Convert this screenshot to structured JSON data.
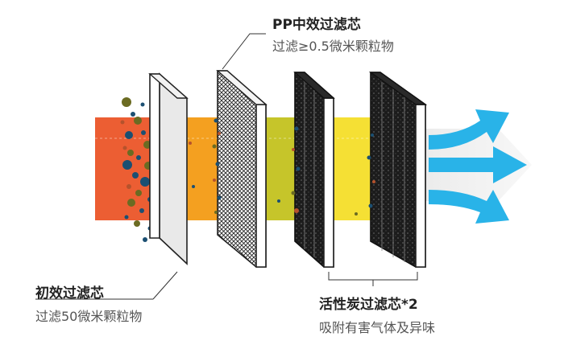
{
  "labels": {
    "pp": {
      "title": "PP中效过滤芯",
      "desc": "过滤≥0.5微米颗粒物"
    },
    "primary": {
      "title": "初效过滤芯",
      "desc": "过滤50微米颗粒物"
    },
    "carbon": {
      "title": "活性炭过滤芯*2",
      "desc": "吸附有害气体及异味"
    }
  },
  "colors": {
    "band_red": "#ec5e33",
    "band_orange": "#f4a020",
    "band_olive": "#c6c52a",
    "band_yellow": "#f5e034",
    "arrow_blue": "#29b3e8",
    "dust_navy": "#1b4f72",
    "dust_olive": "#6b6b22",
    "dust_rust": "#b5522c"
  },
  "icons": [
    "air-flow-arrow-icon",
    "dust-particle-icon"
  ]
}
